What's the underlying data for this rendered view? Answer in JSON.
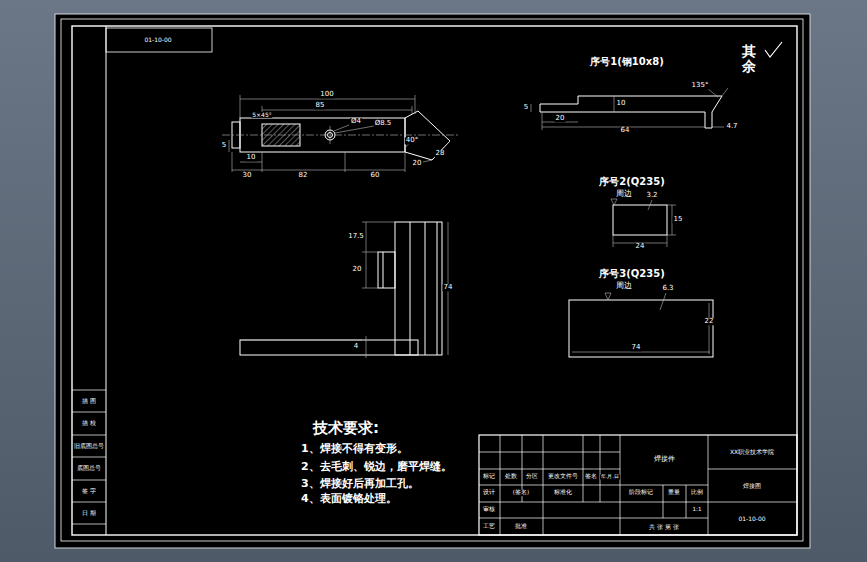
{
  "diagram": {
    "labels": [
      "01-10-00",
      "100",
      "85",
      "5×45°",
      "Ø4",
      "Ø8.5",
      "5",
      "10",
      "30",
      "82",
      "60",
      "40°",
      "28",
      "20",
      "17.5",
      "20",
      "74",
      "4",
      "序号1(钢10x8)",
      "5",
      "10",
      "135°",
      "20",
      "64",
      "4.7",
      "其余",
      "序号2(Q235)",
      "周边",
      "3.2",
      "24",
      "15",
      "序号3(Q235)",
      "周边",
      "6.3",
      "74",
      "22",
      "技术要求:",
      "1、焊接不得有变形。",
      "2、去毛刺、锐边，磨平焊缝。",
      "3、焊接好后再加工孔。",
      "4、表面镀铬处理。",
      "描 图",
      "描 校",
      "旧底图总号",
      "底图总号",
      "签 字",
      "日 期",
      "标记",
      "处数",
      "分区",
      "更改文件号",
      "签名",
      "年.月.日",
      "设计",
      "(签名)",
      "标准化",
      "审核",
      "工艺",
      "批准",
      "焊接件",
      "阶段标记",
      "重量",
      "比例",
      "1:1",
      "共 张 第 张",
      "XX职业技术学院",
      "焊接图",
      "01-10-00"
    ]
  }
}
